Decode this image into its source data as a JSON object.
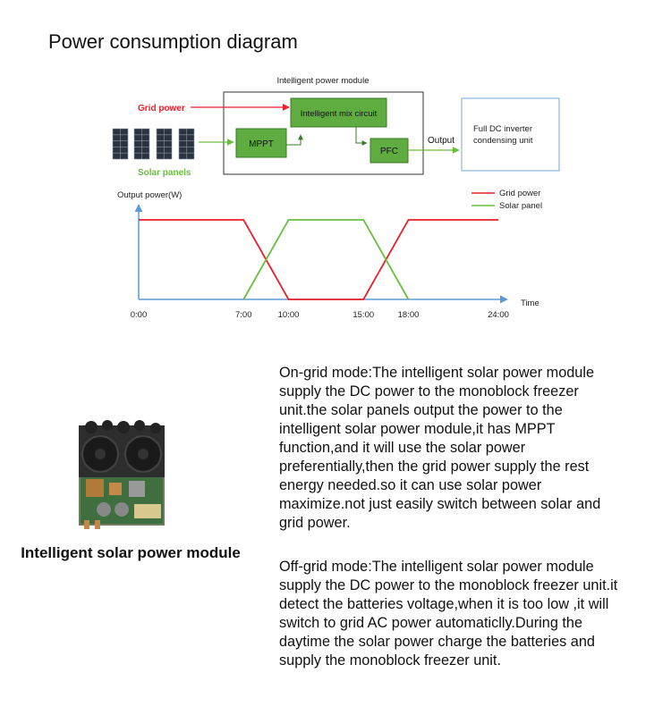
{
  "title": "Power consumption diagram",
  "module_box_label": "Intelligent power module",
  "inputs": {
    "grid_power": "Grid power",
    "solar_panels": "Solar panels"
  },
  "blocks": {
    "mppt": "MPPT",
    "mix_circuit": "Intelligent mix circuit",
    "pfc": "PFC",
    "output": "Output",
    "unit_line1": "Full DC inverter",
    "unit_line2": "condensing unit"
  },
  "colors": {
    "grid": "#e8202a",
    "solar": "#6abf40",
    "block_fill": "#5fad41",
    "block_border": "#3a7a25",
    "axis": "#5b9bd5",
    "unit_border": "#7aa7d8"
  },
  "chart_data": {
    "type": "line",
    "ylabel": "Output power(W)",
    "xlabel": "Time",
    "x_ticks": [
      "0:00",
      "7:00",
      "10:00",
      "15:00",
      "18:00",
      "24:00"
    ],
    "series": [
      {
        "name": "Grid power",
        "color": "#e8202a",
        "x": [
          "0:00",
          "7:00",
          "10:00",
          "15:00",
          "18:00",
          "24:00"
        ],
        "y": [
          1,
          1,
          0,
          0,
          1,
          1
        ]
      },
      {
        "name": "Solar panel",
        "color": "#6abf40",
        "x": [
          "7:00",
          "10:00",
          "15:00",
          "18:00"
        ],
        "y": [
          0,
          1,
          1,
          0
        ]
      }
    ]
  },
  "product": {
    "label": "Intelligent solar power module"
  },
  "description": {
    "on_grid": [
      "On-grid mode:The intelligent solar power module",
      "supply the DC power to the monoblock freezer",
      "unit.the solar panels output the power to the",
      "intelligent solar power module,it has MPPT",
      "function,and it will use the solar power",
      "preferentially,then the grid power supply the rest",
      "energy needed.so it can use solar power",
      "maximize.not just easily switch between solar and",
      "grid power."
    ],
    "off_grid": [
      "Off-grid mode:The intelligent solar power module",
      "supply the DC power to the monoblock freezer unit.it",
      "detect the batteries voltage,when it is too low ,it will",
      "switch to grid AC power automaticlly.During the",
      "daytime the solar power charge the batteries and",
      "supply the monoblock freezer unit."
    ]
  }
}
